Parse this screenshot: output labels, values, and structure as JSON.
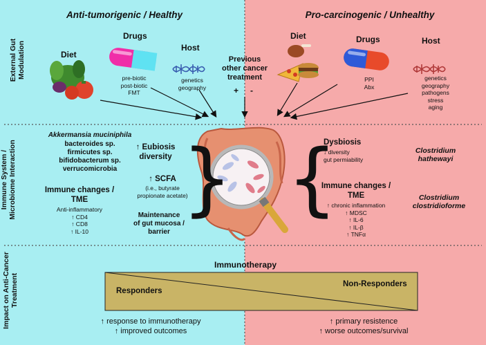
{
  "titles": {
    "left": "Anti-tumorigenic / Healthy",
    "right": "Pro-carcinogenic / Unhealthy"
  },
  "rows": {
    "row1": "External Gut\nModulation",
    "row2": "Immune System /\nMicrobiome Interaction",
    "row3": "Impact on Anti-Cancer\nTreatment"
  },
  "left_external": {
    "diet_label": "Diet",
    "drugs_label": "Drugs",
    "drugs_items": "pre-biotic\npost-biotic\nFMT",
    "host_label": "Host",
    "host_items": "genetics\ngeography"
  },
  "center_external": {
    "previous_label": "Previous\nother cancer\ntreatment",
    "plus": "+",
    "minus": "-"
  },
  "right_external": {
    "diet_label": "Diet",
    "drugs_label": "Drugs",
    "drugs_items": "PPI\nAbx",
    "host_label": "Host",
    "host_items": "genetics\ngeography\npathogens\nstress\naging"
  },
  "left_immune": {
    "bacteria_title": "Akkermansia muciniphila",
    "bacteria_list": "bacteroides sp.\nfirmicutes sp.\nbifidobacterum sp.\nverrucomicrobia",
    "immune_title": "Immune changes /\nTME",
    "immune_items": "Anti-inflammatory\n↑ CD4\n↑ CD8\n↑ IL-10",
    "eubiosis": "↑ Eubiosis\ndiversity",
    "scfa_title": "↑ SCFA",
    "scfa_detail": "(i.e., butyrate\npropionate acetate)",
    "maintenance": "Maintenance\nof gut mucosa /\nbarrier"
  },
  "right_immune": {
    "dysbiosis_title": "Dysbiosis",
    "dysbiosis_items": "↓ diversity\ngut permiability",
    "immune_title": "Immune changes /\nTME",
    "immune_items": "↑ chronic inflammation\n↑ MDSC\n↑ IL-6\n↑ IL-β\n↑ TNFα",
    "bacteria1": "Clostridium\nhathewayi",
    "bacteria2": "Clostridium\nclostridioforme"
  },
  "treatment": {
    "immunotherapy": "Immunotherapy",
    "responders": "Responders",
    "non_responders": "Non-Responders",
    "left_outcomes": "↑ response to immunotherapy\n↑ improved outcomes",
    "right_outcomes": "↑ primary resistence\n↑ worse outcomes/survival"
  },
  "colors": {
    "left_bg": "#a8eef2",
    "right_bg": "#f6aaaa",
    "bar_fill": "#c9b466",
    "divider": "#555555"
  }
}
